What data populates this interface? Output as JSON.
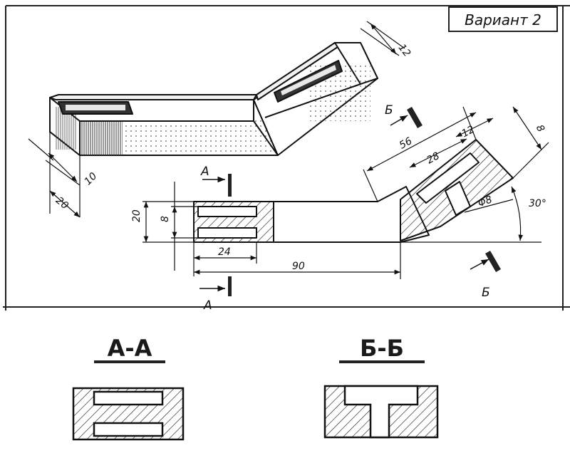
{
  "variant_label": "Вариант 2",
  "dimensions": {
    "d12_top": "12",
    "d56": "56",
    "d12_right": "12",
    "d8_right": "8",
    "d28": "28",
    "d_phi8": "Φ8",
    "d_angle": "30°",
    "d10": "10",
    "d20_left": "20",
    "d20_front": "20",
    "d8_front": "8",
    "d24": "24",
    "d90": "90"
  },
  "section_markers": {
    "a_top": "А",
    "a_bottom": "А",
    "b_top": "Б",
    "b_bottom": "Б"
  },
  "sections": {
    "aa_title": "А-А",
    "bb_title": "Б-Б"
  }
}
